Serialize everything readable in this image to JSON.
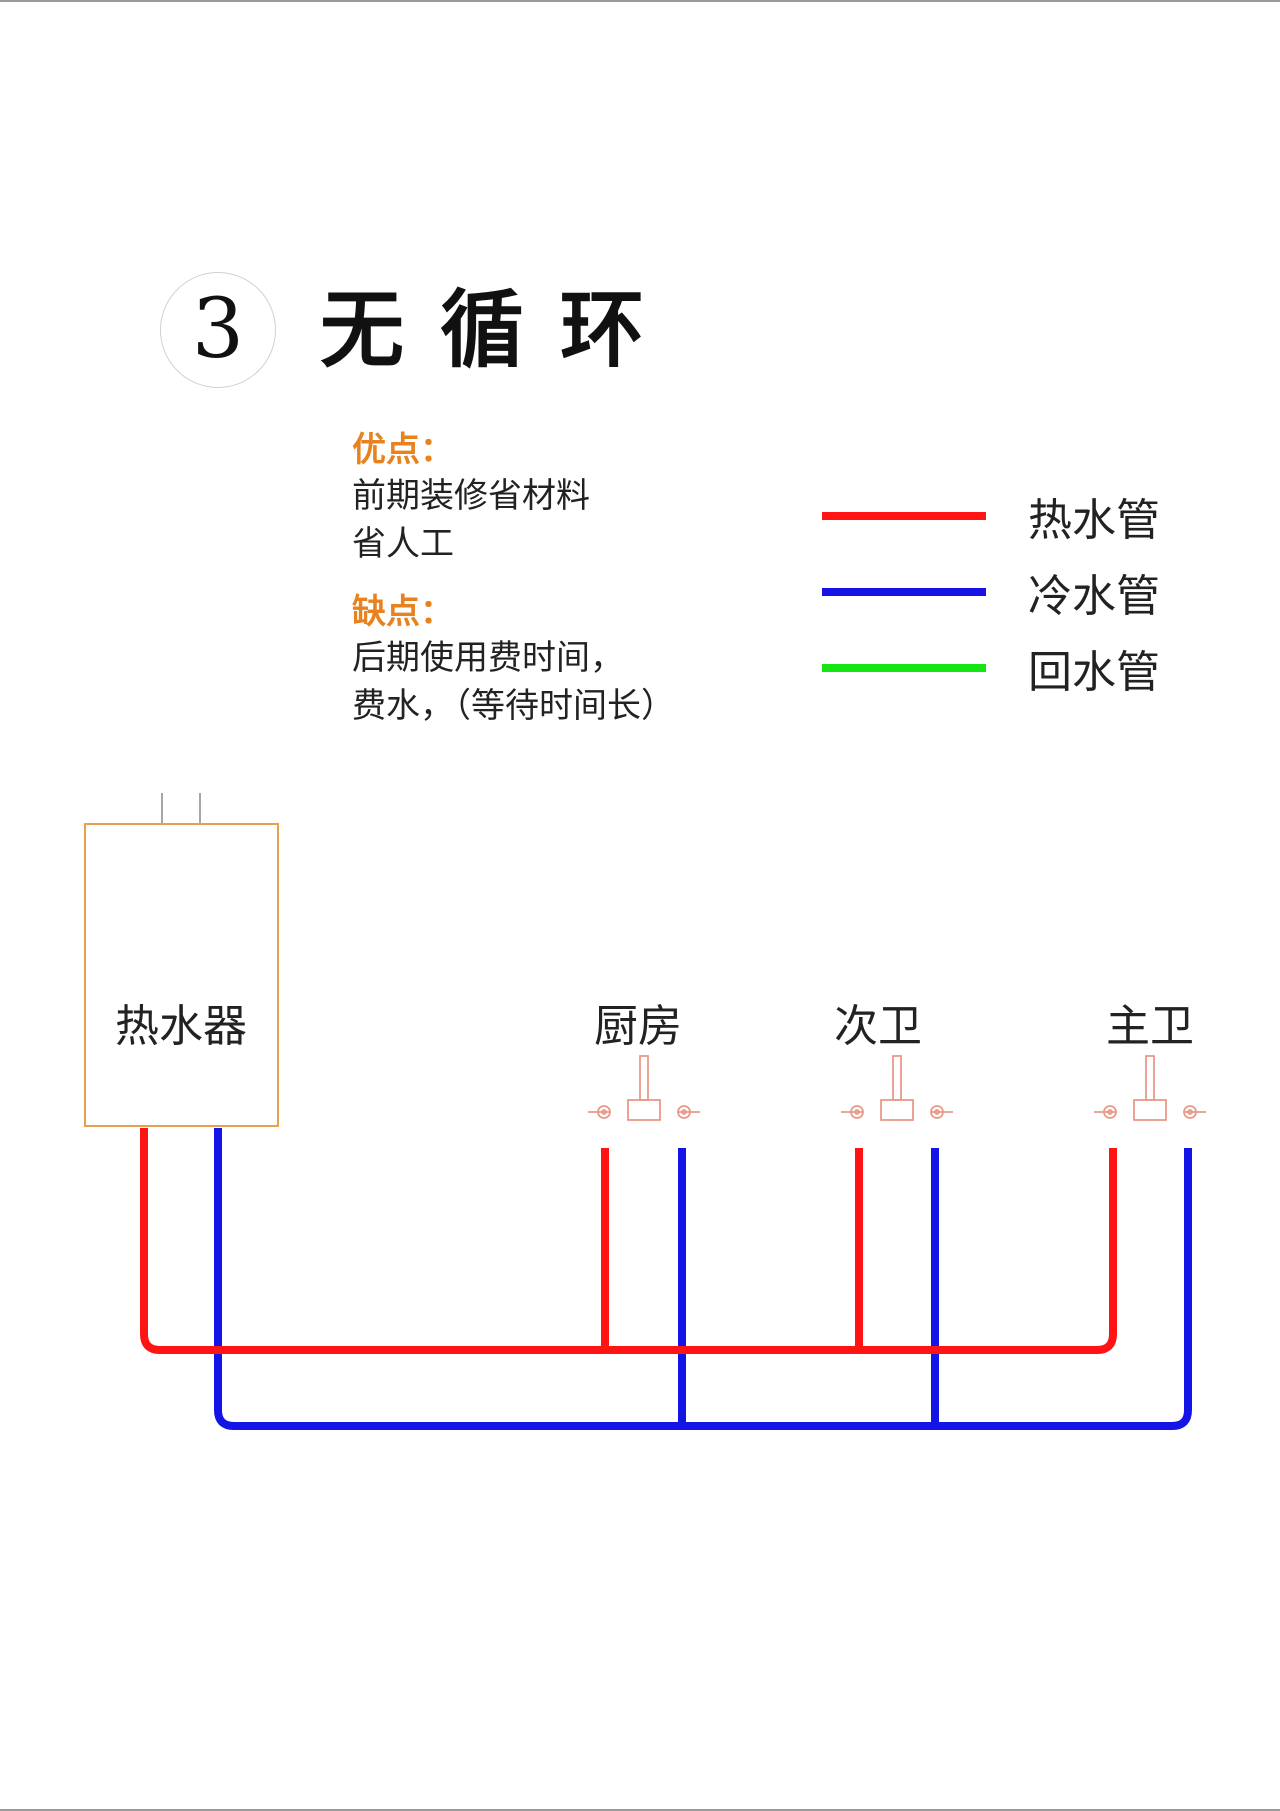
{
  "title": {
    "number": "3",
    "text": "无循环"
  },
  "pros": {
    "heading": "优点：",
    "lines": [
      "前期装修省材料",
      "省人工"
    ]
  },
  "cons": {
    "heading": "缺点：",
    "lines": [
      "后期使用费时间，",
      "费水，（等待时间长）"
    ]
  },
  "legend": [
    {
      "label": "热水管",
      "color": "#ff1414"
    },
    {
      "label": "冷水管",
      "color": "#1414e6"
    },
    {
      "label": "回水管",
      "color": "#14e614"
    }
  ],
  "heater": {
    "label": "热水器",
    "border_color": "#e8a050"
  },
  "rooms": [
    {
      "label": "厨房"
    },
    {
      "label": "次卫"
    },
    {
      "label": "主卫"
    }
  ],
  "colors": {
    "hot_pipe": "#ff1414",
    "cold_pipe": "#1414e6",
    "return_pipe": "#14e614",
    "faucet": "#e89a8a",
    "heading_accent": "#e8821f"
  }
}
